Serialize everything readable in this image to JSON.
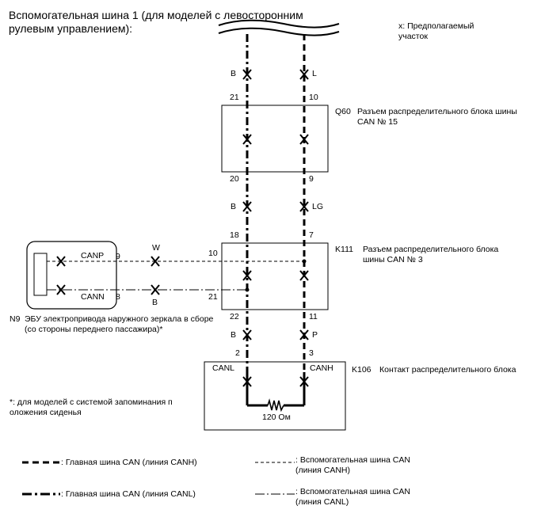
{
  "title": "Вспомогательная шина 1 (для моделей с левосторонним рулевым управлением):",
  "legend_note": "x: Предполагаемый участок",
  "connectors": {
    "q60": {
      "code": "Q60",
      "desc": "Разъем распределительного блока шины CAN № 15",
      "pin_top_left": "21",
      "pin_top_right": "10",
      "pin_bot_left": "20",
      "pin_bot_right": "9"
    },
    "k111": {
      "code": "K111",
      "desc": "Разъем распределительного блока шины CAN № 3",
      "pin_top_left": "18",
      "pin_top_right": "7",
      "pin_side_top": "10",
      "pin_side_bot": "21",
      "pin_bot_left": "22",
      "pin_bot_right": "11"
    },
    "k106": {
      "code": "K106",
      "desc": "Контакт распределительного блока",
      "pin_top_left": "2",
      "pin_top_right": "3",
      "canl": "CANL",
      "canh": "CANH",
      "resistor": "120 Ом"
    },
    "n9": {
      "code": "N9",
      "desc": "ЭБУ электропривода наружного зеркала в сборе (со стороны переднего пассажира)*",
      "canp": "CANP",
      "cann": "CANN",
      "pin_canp": "9",
      "pin_cann": "8"
    }
  },
  "wire_colors": {
    "top_left": "B",
    "top_right": "L",
    "mid_left": "B",
    "mid_right": "LG",
    "low_left": "B",
    "low_right": "P",
    "side_top": "W",
    "side_bot": "B"
  },
  "footnote": "*: для моделей с системой запоминания п оложения сиденья",
  "legend": {
    "main_canh": ": Главная шина CAN (линия CANH)",
    "main_canl": ": Главная шина CAN (линия CANL)",
    "sub_canh": ": Вспомогательная шина CAN (линия CANH)",
    "sub_canl": ": Вспомогательная шина CAN (линия CANL)"
  }
}
